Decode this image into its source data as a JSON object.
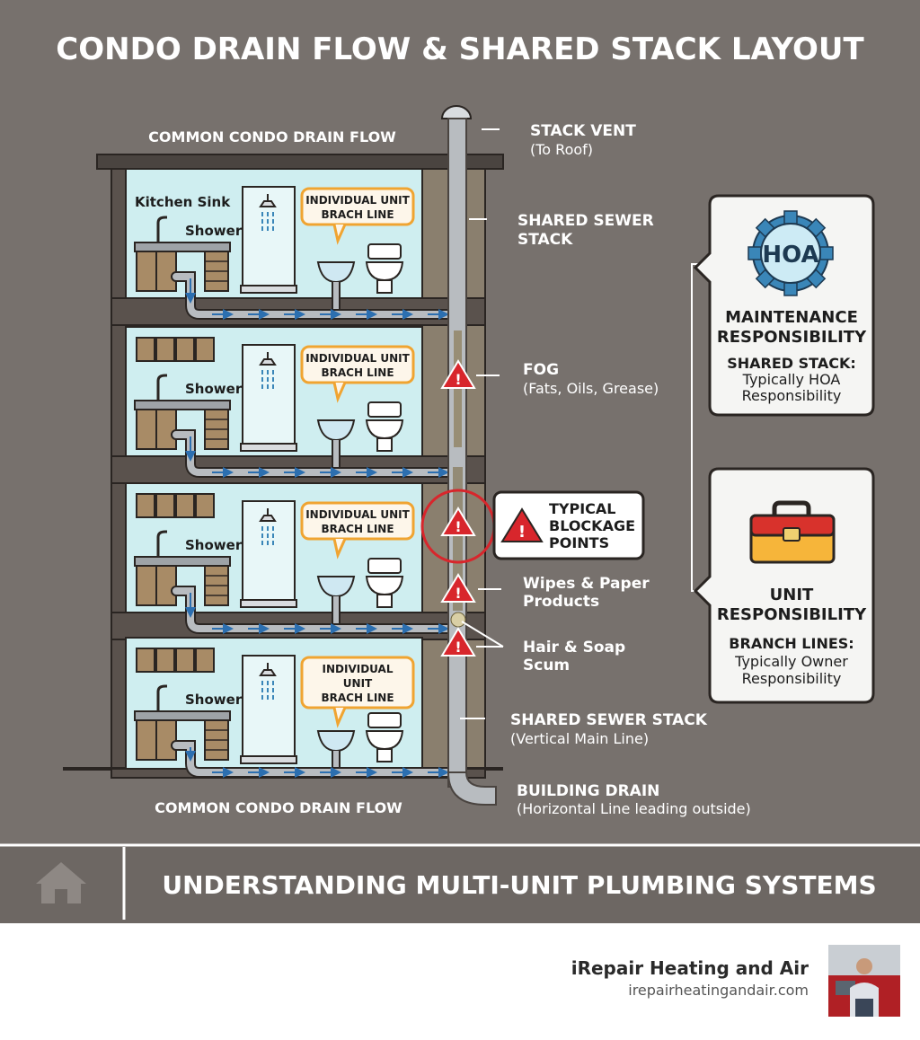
{
  "title": "CONDO DRAIN FLOW & SHARED STACK LAYOUT",
  "labels": {
    "common_flow_top": "COMMON CONDO DRAIN FLOW",
    "common_flow_bottom": "COMMON CONDO DRAIN FLOW",
    "kitchen_sink": "Kitchen Sink",
    "shower": "Shower",
    "branch_callouts": [
      [
        "INDIVIDUAL UNIT",
        "BRACH LINE"
      ],
      [
        "INDIVIDUAL UNIT",
        "BRACH LINE"
      ],
      [
        "INDIVIDUAL UNIT",
        "BRACH LINE"
      ],
      [
        "INDIVIDUAL",
        "UNIT",
        "BRACH LINE"
      ]
    ],
    "stack_vent": "STACK VENT",
    "stack_vent_sub": "(To Roof)",
    "shared_stack_1": "SHARED SEWER",
    "shared_stack_2": "STACK",
    "fog": "FOG",
    "fog_sub": "(Fats, Oils, Grease)",
    "blockage_1": "TYPICAL",
    "blockage_2": "BLOCKAGE",
    "blockage_3": "POINTS",
    "wipes_1": "Wipes & Paper",
    "wipes_2": "Products",
    "hair_1": "Hair & Soap",
    "hair_2": "Scum",
    "shared_main": "SHARED SEWER STACK",
    "shared_main_sub": "(Vertical Main Line)",
    "building_drain": "BUILDING DRAIN",
    "building_drain_sub": "(Horizontal Line leading outside)"
  },
  "hoa_card": {
    "badge": "HOA",
    "title_1": "MAINTENANCE",
    "title_2": "RESPONSIBILITY",
    "sub_title": "SHARED STACK:",
    "sub_1": "Typically HOA",
    "sub_2": "Responsibility"
  },
  "unit_card": {
    "title_1": "UNIT",
    "title_2": "RESPONSIBILITY",
    "sub_title": "BRANCH LINES:",
    "sub_1": "Typically Owner",
    "sub_2": "Responsibility"
  },
  "banner": {
    "text": "UNDERSTANDING MULTI-UNIT PLUMBING SYSTEMS",
    "icon": "house-icon"
  },
  "footer": {
    "company": "iRepair Heating and Air",
    "website": "irepairheatingandair.com"
  },
  "colors": {
    "background": "#77716d",
    "room": "#cfeef0",
    "pipe": "#b8bcc0",
    "alert": "#d8262c",
    "callout_border": "#f0a431",
    "banner": "#6d6763"
  }
}
